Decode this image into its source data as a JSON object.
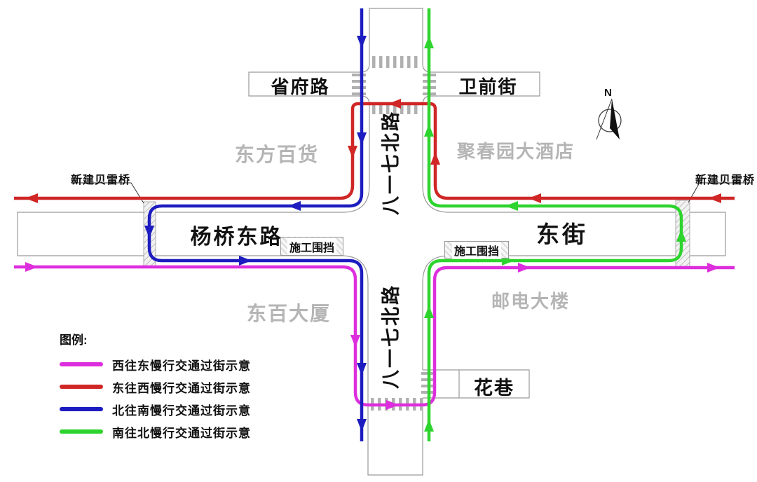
{
  "colors": {
    "west_to_east": "#dd2edd",
    "east_to_west": "#d02626",
    "north_to_south": "#1c1cc0",
    "south_to_north": "#2ed42e",
    "road_edge": "#9a9a9a",
    "crosswalk": "#b0b0b0",
    "building_text": "#b5b5b5"
  },
  "roads": {
    "shengfu_road": "省府路",
    "weiqian_street": "卫前街",
    "yangqiao_east_road": "杨桥东路",
    "dong_street": "东街",
    "hua_lane": "花巷",
    "bayiqi_north_road_upper": "八一七北路",
    "bayiqi_north_road_lower": "八一七北路"
  },
  "buildings": {
    "dongfang_department_store": "东方百货",
    "juchunyuan_hotel": "聚春园大酒店",
    "dongbai_building": "东百大厦",
    "post_telecom_building": "邮电大楼"
  },
  "annotations": {
    "bridge_left": "新建贝雷桥",
    "bridge_right": "新建贝雷桥",
    "fence_left": "施工围挡",
    "fence_right": "施工围挡"
  },
  "compass": {
    "north_label": "N"
  },
  "legend": {
    "title": "图例:",
    "items": [
      {
        "label": "西往东慢行交通过街示意",
        "color": "#dd2edd"
      },
      {
        "label": "东往西慢行交通过街示意",
        "color": "#d02626"
      },
      {
        "label": "北往南慢行交通过街示意",
        "color": "#1c1cc0"
      },
      {
        "label": "南往北慢行交通过街示意",
        "color": "#2ed42e"
      }
    ]
  }
}
